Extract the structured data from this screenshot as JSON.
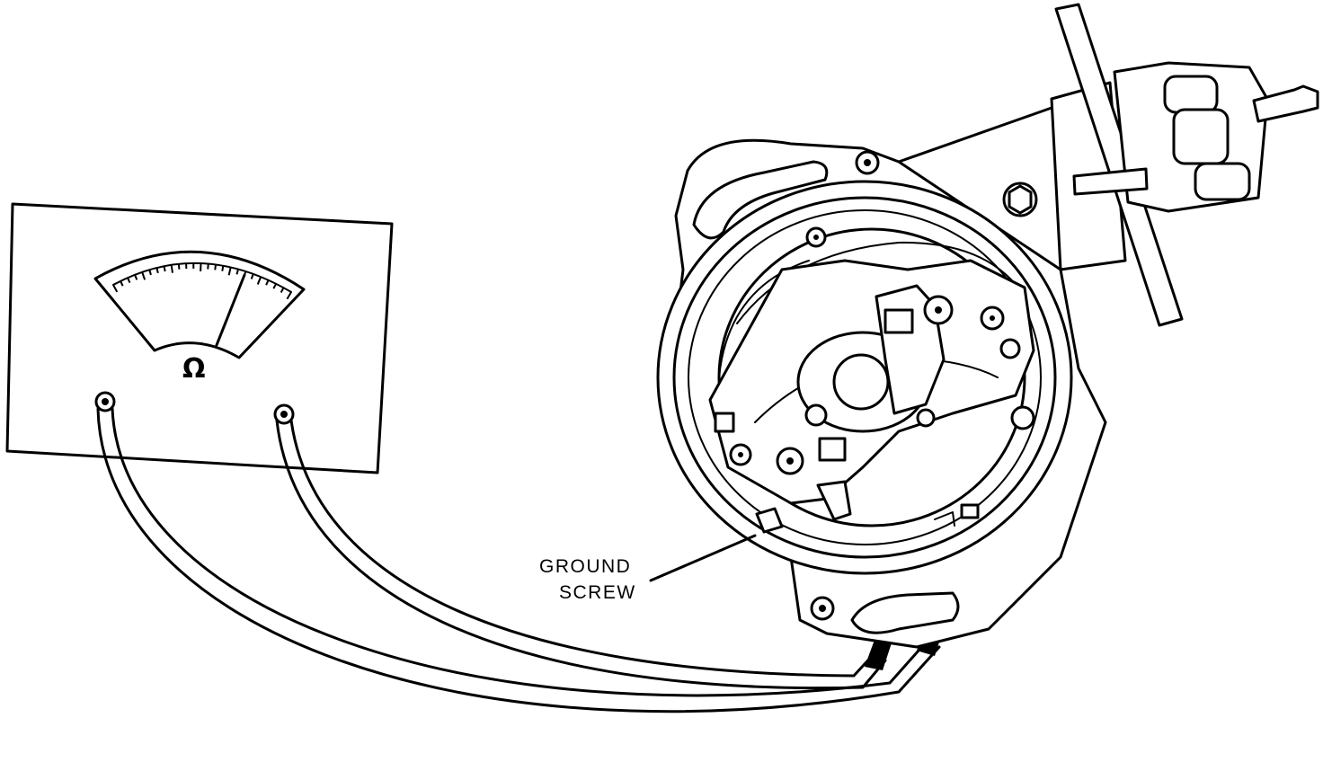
{
  "meter": {
    "unit_symbol": "Ω"
  },
  "callout": {
    "line1": "GROUND",
    "line2": "SCREW"
  }
}
